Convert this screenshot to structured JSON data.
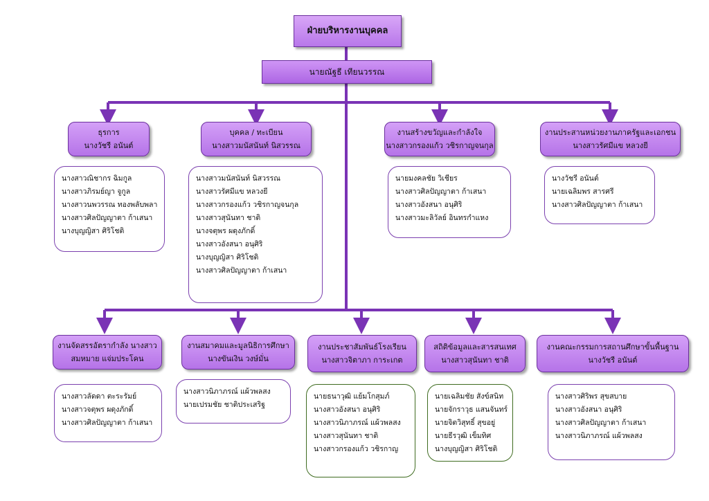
{
  "title": "ฝ่ายบริหารงานบุคคล",
  "head": "นายณัฐธี เทียนวรรณ",
  "colors": {
    "line": "#7a33b5",
    "box_fill": "#c58cf0",
    "border": "#6a2f9c",
    "green_border": "#3e6b1f"
  },
  "top_units": [
    {
      "title": "ธุรการ",
      "sub": "นางวัชรี อนันต์",
      "members": [
        "นางสาวณิชากร ฉิมกูล",
        "นางสาวภิรมย์ญา จูกูล",
        "นางสาวนพวรรณ ทองพลับพลา",
        "นางสาวศิลปัญญาตา ก้าเสนา",
        "นางบุญญิสา ศิริโชติ"
      ]
    },
    {
      "title": "บุคคล / ทะเบียน",
      "sub": "นางสาวมนัสนันท์ นิสวรรณ",
      "members": [
        "นางสาวมนัสนันท์ นิสวรรณ",
        "นางสาวรัศมีแข หลวงยี",
        "นางสาวกรองแก้ว วชิรกาญจนกุล",
        "นางสาวสุนันทา ชาติ",
        "นางจตุพร ผดุงภักดิ์",
        "นางสาวอังสนา อนุศิริ",
        "นางบุญญิสา ศิริโชติ",
        "นางสาวศิลปัญญาตา ก้าเสนา"
      ]
    },
    {
      "title": "งานสร้างขวัญและกำลังใจ",
      "sub": "นางสาวกรองแก้ว วชิรกาญจนกุล",
      "members": [
        "นายมงคลชัย วิเชียร",
        "นางสาวศิลปัญญาตา ก้าเสนา",
        "นางสาวอังสนา อนุศิริ",
        "นางสาวมะลิวัลย์ อินทรกำแหง"
      ]
    },
    {
      "title": "งานประสานหน่วยงานภาครัฐและเอกชน",
      "sub": "นางสาวรัศมีแข หลวงยี",
      "members": [
        "นางวัชรี อนันต์",
        "นายเฉลิมพร สารศรี",
        "นางสาวศิลปัญญาตา ก้าเสนา"
      ]
    }
  ],
  "bottom_units": [
    {
      "title": "งานจัดสรรอัตรากำลัง นางสาว",
      "sub": "สมหมาย แจ่มประโคน",
      "members": [
        "นางสาวลัดดา ตะระรัมย์",
        "นางสาวจตุพร ผดุงภักดิ์",
        "นางสาวศิลปัญญาตา ก้าเสนา"
      ]
    },
    {
      "title": "งานสมาคมและมูลนิธิการศึกษา",
      "sub": "นางขันเงิน วงษ์มั่น",
      "members": [
        "นางสาวนิภาภรณ์ แผ้วพลสง",
        "นายเปรมชัย ชาติประเสริฐ"
      ]
    },
    {
      "title": "งานประชาสัมพันธ์โรงเรียน",
      "sub": "นางสาวจิตาภา การะเกต",
      "members": [
        "นายธนาวุฒิ แย้มโกสุมภ์",
        "นางสาวอังสนา อนุศิริ",
        "นางสาวนิภาภรณ์ แผ้วพลสง",
        "นางสาวสุนันทา ชาติ",
        "นางสาวกรองแก้ว วชิรกาญ"
      ]
    },
    {
      "title": "สถิติข้อมูลและสารสนเทศ",
      "sub": "นางสาวสุนันทา ชาติ",
      "members": [
        "นายเฉลิมชัย สังข์สนิท",
        "นายจักราวุธ แสนจันทร์",
        "นายจิตวิสุทธิ์ สุขอยู่",
        "นายธีรวุฒิ เข็มทิศ",
        "นางบุญญิสา ศิริโชติ"
      ]
    },
    {
      "title": "งานคณะกรรมการสถานศึกษาขั้นพื้นฐาน",
      "sub": "นางวัชรี อนันต์",
      "members": [
        "นางสาวศิริพร สุขสบาย",
        "นางสาวอังสนา อนุศิริ",
        "นางสาวศิลปัญญาตา ก้าเสนา",
        "นางสาวนิภาภรณ์ แผ้วพลสง"
      ]
    }
  ]
}
